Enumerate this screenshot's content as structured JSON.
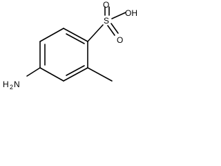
{
  "molecule": {
    "atoms": {
      "sulfur": "S",
      "oxygen_top": "O",
      "hydroxyl": "OH",
      "oxygen_bottom": "O",
      "amine_main": "H",
      "amine_sub": "2",
      "amine_tail": "N"
    }
  }
}
